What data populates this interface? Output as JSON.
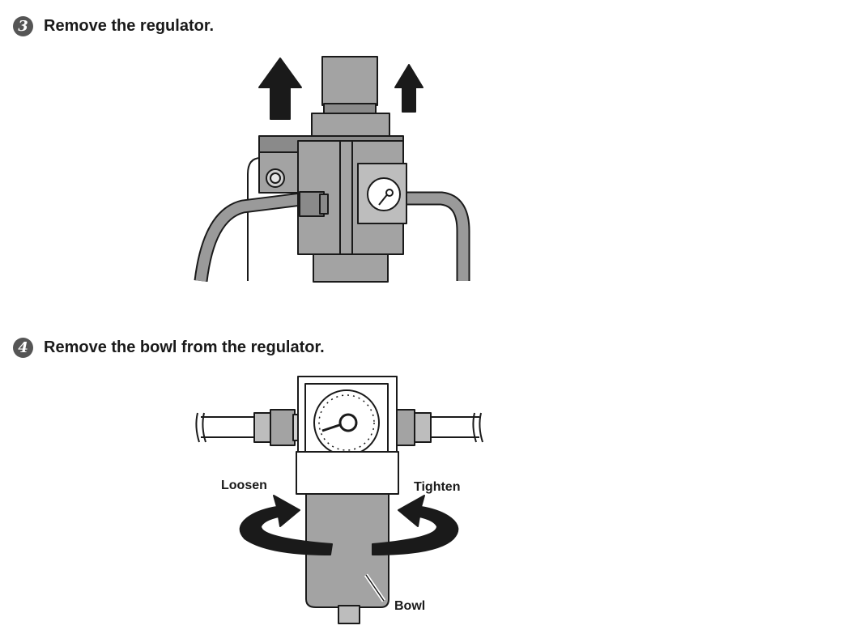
{
  "steps": [
    {
      "number": "3",
      "text": "Remove the regulator."
    },
    {
      "number": "4",
      "text": "Remove the bowl from the regulator."
    }
  ],
  "figure2": {
    "labels": {
      "loosen": "Loosen",
      "tighten": "Tighten",
      "bowl": "Bowl"
    }
  },
  "colors": {
    "body_gray": "#a3a3a3",
    "dark_gray": "#8a8a8a",
    "light_gray": "#bdbdbd",
    "outline": "#1a1a1a",
    "arrow": "#1a1a1a",
    "badge": "#555555"
  }
}
